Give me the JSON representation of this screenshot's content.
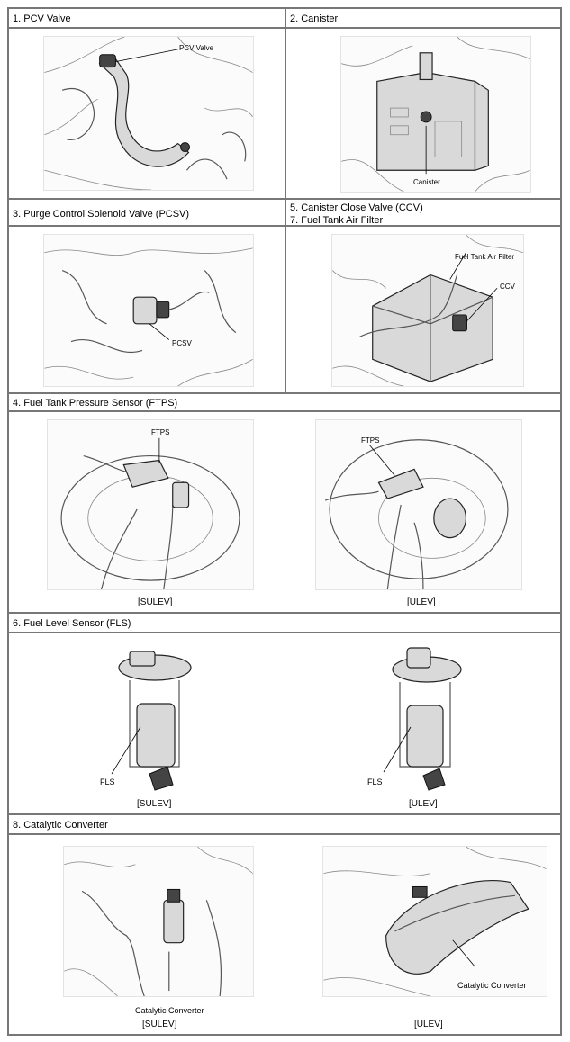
{
  "sections": {
    "pcv": {
      "title": "1. PCV Valve",
      "label": "PCV Valve"
    },
    "canister": {
      "title": "2. Canister",
      "label": "Canister"
    },
    "pcsv": {
      "title": "3. Purge Control Solenoid Valve (PCSV)",
      "label": "PCSV"
    },
    "ccv": {
      "title_line1": "5. Canister Close Valve (CCV)",
      "title_line2": "7. Fuel Tank Air Filter",
      "label_filter": "Fuel Tank Air Filter",
      "label_ccv": "CCV"
    },
    "ftps": {
      "title": "4. Fuel Tank Pressure Sensor (FTPS)",
      "label_left": "FTPS",
      "label_right": "FTPS",
      "caption_left": "[SULEV]",
      "caption_right": "[ULEV]"
    },
    "fls": {
      "title": "6. Fuel Level Sensor (FLS)",
      "label_left": "FLS",
      "label_right": "FLS",
      "caption_left": "[SULEV]",
      "caption_right": "[ULEV]"
    },
    "catalytic": {
      "title": "8. Catalytic Converter",
      "label_left": "Catalytic Converter",
      "label_right": "Catalytic Converter",
      "caption_left": "[SULEV]",
      "caption_right": "[ULEV]"
    }
  },
  "icons": [
    "pcv-valve-illustration",
    "canister-illustration",
    "pcsv-illustration",
    "ccv-air-filter-illustration",
    "ftps-sulev-illustration",
    "ftps-ulev-illustration",
    "fls-sulev-illustration",
    "fls-ulev-illustration",
    "catalytic-sulev-illustration",
    "catalytic-ulev-illustration"
  ]
}
